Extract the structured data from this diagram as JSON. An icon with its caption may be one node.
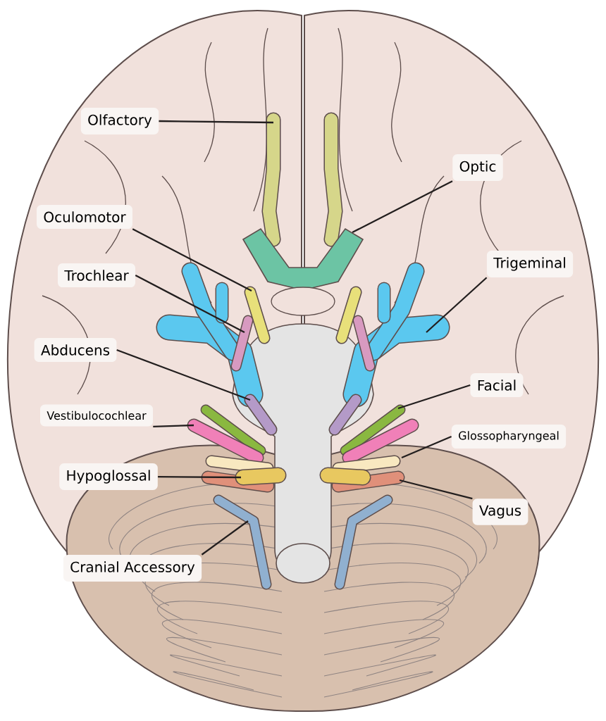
{
  "diagram": {
    "nodes": [
      {
        "text": [
          "Olfactory"
        ]
      },
      {
        "text": [
          "Optic"
        ]
      },
      {
        "text": [
          "Oculomotor"
        ]
      },
      {
        "text": [
          "Trochlear"
        ]
      },
      {
        "text": [
          "Trigeminal"
        ]
      },
      {
        "text": [
          "Abducens"
        ]
      },
      {
        "text": [
          "Facial"
        ]
      },
      {
        "text": [
          "Vestibulocochlear"
        ]
      },
      {
        "text": [
          "Glossopharyngeal"
        ]
      },
      {
        "text": [
          "Hypoglossal"
        ]
      },
      {
        "text": [
          "Vagus"
        ]
      },
      {
        "text": [
          "Cranial Accessory"
        ]
      }
    ],
    "edges": [
      {
        "from": 0,
        "to": null,
        "arrow": "none"
      },
      {
        "from": 1,
        "to": null,
        "arrow": "none"
      },
      {
        "from": 2,
        "to": null,
        "arrow": "none"
      },
      {
        "from": 3,
        "to": null,
        "arrow": "none"
      },
      {
        "from": 4,
        "to": null,
        "arrow": "none"
      },
      {
        "from": 5,
        "to": null,
        "arrow": "none"
      },
      {
        "from": 6,
        "to": null,
        "arrow": "none"
      },
      {
        "from": 7,
        "to": null,
        "arrow": "none"
      },
      {
        "from": 8,
        "to": null,
        "arrow": "none"
      },
      {
        "from": 9,
        "to": null,
        "arrow": "none"
      },
      {
        "from": 10,
        "to": null,
        "arrow": "none"
      },
      {
        "from": 11,
        "to": null,
        "arrow": "none"
      }
    ]
  }
}
